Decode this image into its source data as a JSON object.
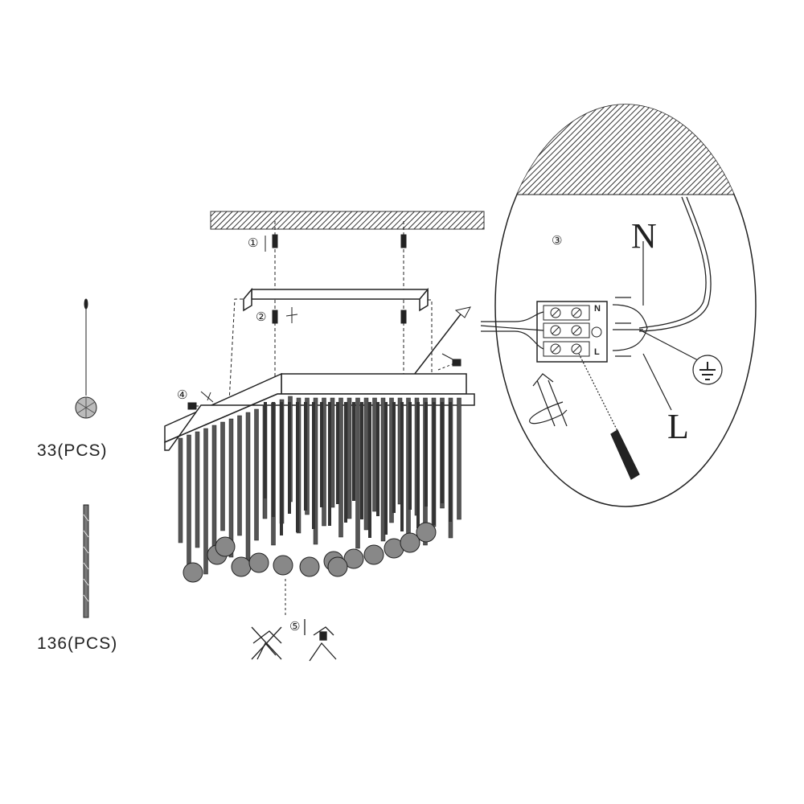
{
  "parts": [
    {
      "name": "crystal-ball-pendant",
      "count_label": "33(PCS)"
    },
    {
      "name": "crystal-strand",
      "count_label": "136(PCS)"
    }
  ],
  "steps": [
    "①",
    "②",
    "③",
    "④",
    "⑤"
  ],
  "wiring": {
    "neutral": "N",
    "live": "L",
    "terminal_neutral": "N",
    "terminal_live": "L"
  },
  "colors": {
    "line": "#222222",
    "background": "#ffffff"
  }
}
